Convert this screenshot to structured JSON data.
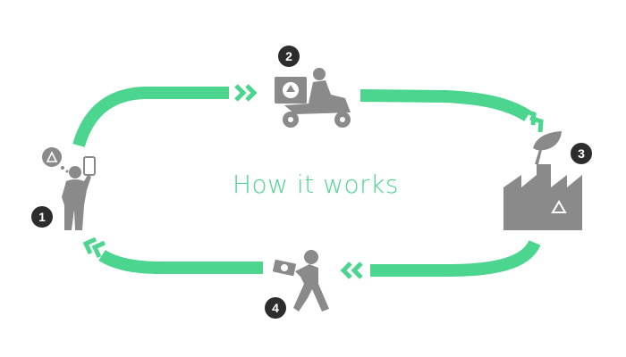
{
  "title": "How it works",
  "steps": [
    {
      "number": "1",
      "icon": "person-with-phone-recycle-icon"
    },
    {
      "number": "2",
      "icon": "delivery-scooter-icon"
    },
    {
      "number": "3",
      "icon": "recycling-factory-icon"
    },
    {
      "number": "4",
      "icon": "person-receiving-money-icon"
    }
  ],
  "colors": {
    "loop": "#4cd58f",
    "icons": "#8a8a8a",
    "badge": "#2d2d2d"
  }
}
